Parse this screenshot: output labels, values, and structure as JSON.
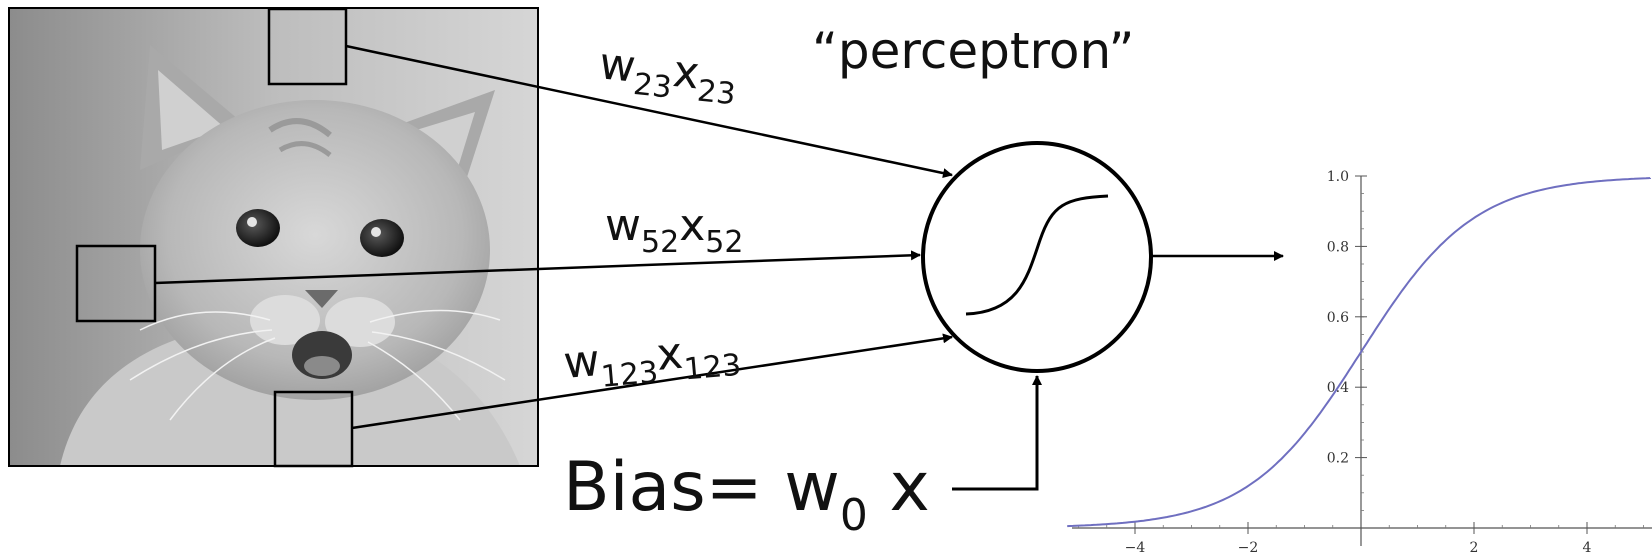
{
  "diagram": {
    "title": "“perceptron”",
    "inputs": [
      {
        "w": "w",
        "x": "x",
        "sub": "23"
      },
      {
        "w": "w",
        "x": "x",
        "sub": "52"
      },
      {
        "w": "w",
        "x": "x",
        "sub": "123"
      }
    ],
    "bias": {
      "prefix": "Bias= w",
      "sub": "0",
      "suffix": " x"
    },
    "image_subject": "kitten-photo"
  },
  "chart_data": {
    "type": "line",
    "function": "logistic sigmoid 1/(1+e^-x)",
    "x": [
      -5,
      -4,
      -3,
      -2,
      -1,
      0,
      1,
      2,
      3,
      4,
      5
    ],
    "y": [
      0.007,
      0.018,
      0.047,
      0.119,
      0.269,
      0.5,
      0.731,
      0.881,
      0.953,
      0.982,
      0.993
    ],
    "xlim": [
      -5.2,
      5.2
    ],
    "ylim": [
      0,
      1.0
    ],
    "xticks": [
      "−4",
      "−2",
      "2",
      "4"
    ],
    "yticks": [
      "0.2",
      "0.4",
      "0.6",
      "0.8",
      "1.0"
    ],
    "line_color": "#6f6fc0",
    "grid": false
  }
}
